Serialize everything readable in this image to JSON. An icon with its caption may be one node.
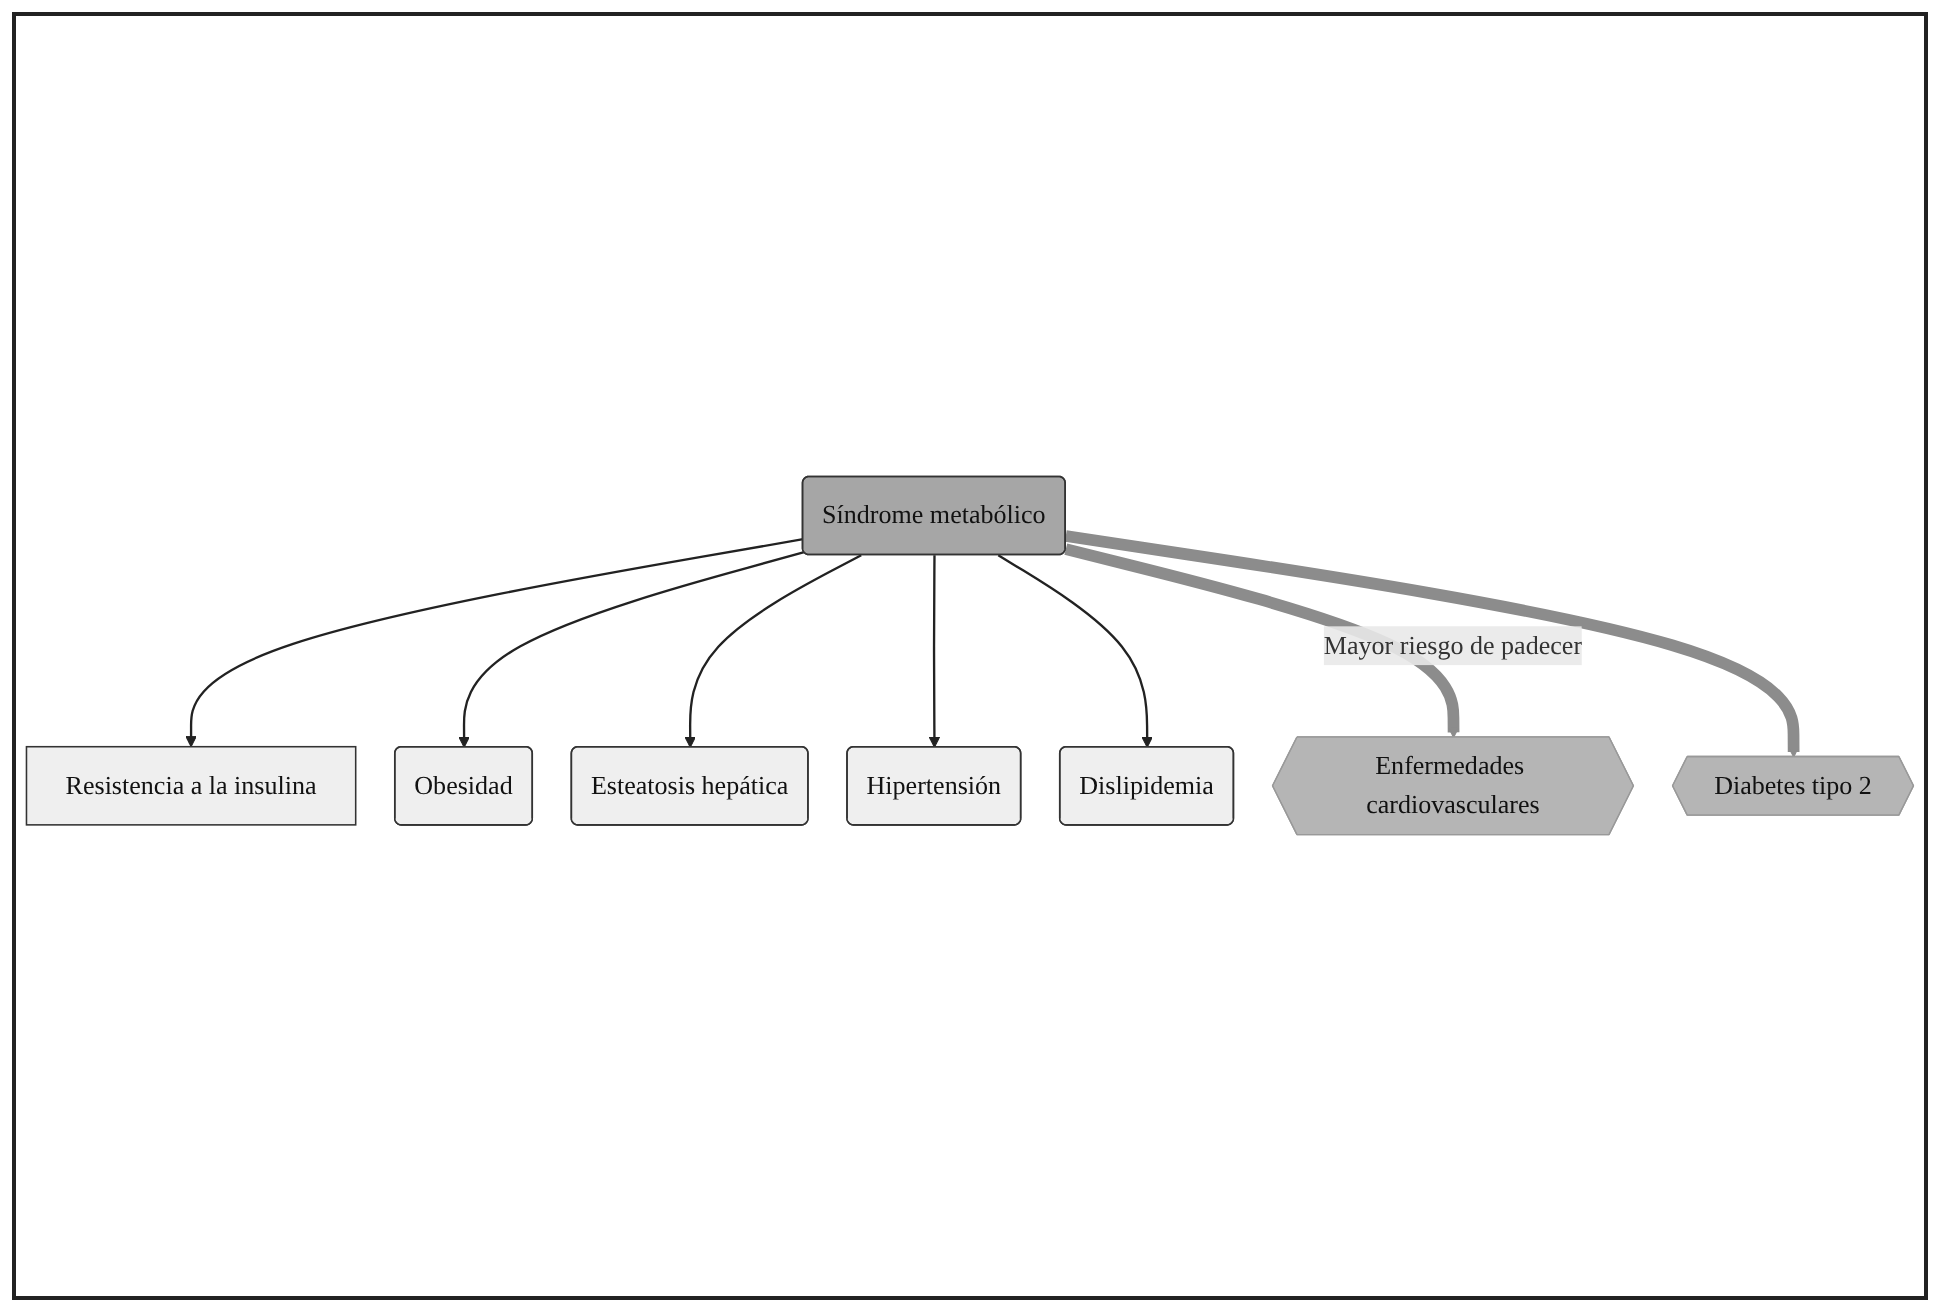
{
  "diagram": {
    "nodes": [
      {
        "text": [
          "Resistencia a la insulina"
        ]
      },
      {
        "text": [
          "Obesidad"
        ]
      },
      {
        "text": [
          "Esteatosis hepática"
        ]
      },
      {
        "text": [
          "Síndrome metabólico"
        ]
      },
      {
        "text": [
          "Hipertensión"
        ]
      },
      {
        "text": [
          "Dislipidemia"
        ]
      },
      {
        "text": [
          "Enfermedades cardiovasculares"
        ]
      },
      {
        "text": [
          "Diabetes tipo 2"
        ]
      }
    ],
    "edges": [
      {
        "from": 3,
        "to": 0,
        "arrow": "to"
      },
      {
        "from": 3,
        "to": 1,
        "arrow": "to"
      },
      {
        "from": 3,
        "to": 2,
        "arrow": "to"
      },
      {
        "from": 3,
        "to": 4,
        "arrow": "to"
      },
      {
        "from": 3,
        "to": 5,
        "arrow": "to"
      },
      {
        "from": 3,
        "to": 6,
        "arrow": "to",
        "label": "Mayor riesgo de padecer",
        "style": "thick",
        "color": "#8c8c8c"
      },
      {
        "from": 3,
        "to": 7,
        "arrow": "to",
        "style": "thick",
        "color": "#8c8c8c"
      }
    ]
  }
}
